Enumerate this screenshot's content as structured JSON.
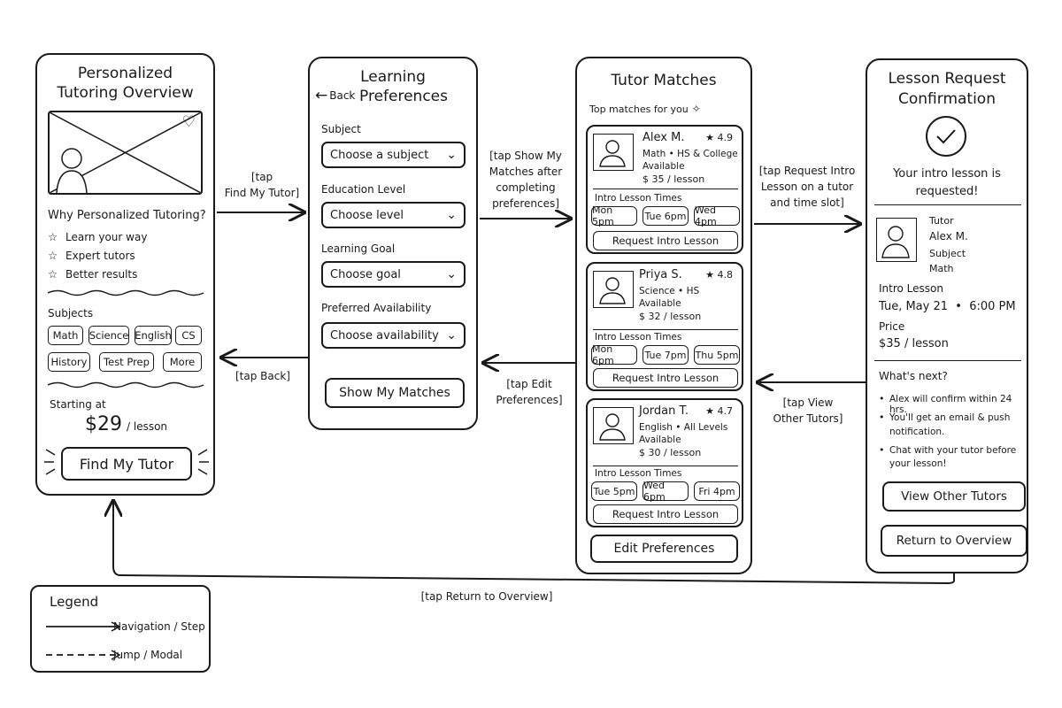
{
  "screen1": {
    "title_line1": "Personalized",
    "title_line2": "Tutoring Overview",
    "heart_icon": "heart-icon",
    "why_heading": "Why Personalized Tutoring?",
    "benefits": [
      "Learn your way",
      "Expert tutors",
      "Better results"
    ],
    "subjects_label": "Subjects",
    "subjects": [
      "Math",
      "Science",
      "English",
      "CS",
      "History",
      "Test Prep",
      "More"
    ],
    "starting_label": "Starting at",
    "price": "$29",
    "price_unit": "/ lesson",
    "cta": "Find My Tutor"
  },
  "screen2": {
    "back": "Back",
    "title_line1": "Learning",
    "title_line2": "Preferences",
    "fields": [
      {
        "label": "Subject",
        "value": "Choose a subject"
      },
      {
        "label": "Education Level",
        "value": "Choose level"
      },
      {
        "label": "Learning Goal",
        "value": "Choose goal"
      },
      {
        "label": "Preferred Availability",
        "value": "Choose availability"
      }
    ],
    "cta": "Show My Matches"
  },
  "screen3": {
    "title": "Tutor Matches",
    "subtitle": "Top matches for you",
    "times_label": "Intro Lesson Times",
    "request_label": "Request Intro Lesson",
    "tutors": [
      {
        "name": "Alex M.",
        "rating": "★ 4.9",
        "subject": "Math • HS & College",
        "availability": "Available",
        "price": "$ 35 / lesson",
        "times": [
          "Mon 5pm",
          "Tue 6pm",
          "Wed 4pm"
        ]
      },
      {
        "name": "Priya S.",
        "rating": "★ 4.8",
        "subject": "Science • HS",
        "availability": "Available",
        "price": "$ 32 / lesson",
        "times": [
          "Mon 6pm",
          "Tue 7pm",
          "Thu 5pm"
        ]
      },
      {
        "name": "Jordan T.",
        "rating": "★ 4.7",
        "subject": "English • All Levels",
        "availability": "Available",
        "price": "$ 30 / lesson",
        "times": [
          "Tue 5pm",
          "Wed 6pm",
          "Fri 4pm"
        ]
      }
    ],
    "cta": "Edit Preferences"
  },
  "screen4": {
    "title_line1": "Lesson Request",
    "title_line2": "Confirmation",
    "msg_line1": "Your intro lesson is",
    "msg_line2": "requested!",
    "tutor_label": "Tutor",
    "tutor_name": "Alex M.",
    "subject_label": "Subject",
    "subject": "Math",
    "intro_label": "Intro Lesson",
    "intro_datetime": "Tue, May 21  •  6:00 PM",
    "price_label": "Price",
    "price": "$35 / lesson",
    "next_heading": "What's next?",
    "next_items": [
      [
        "Alex will confirm within 24 hrs."
      ],
      [
        "You'll get an email & push",
        "notification."
      ],
      [
        "Chat with your tutor before",
        "your lesson!"
      ]
    ],
    "btn_other": "View Other Tutors",
    "btn_return": "Return to Overview"
  },
  "annotations": {
    "a1": [
      "[tap",
      "Find My Tutor]"
    ],
    "a2": [
      "[tap Back]"
    ],
    "a3": [
      "[tap Show My",
      "Matches after",
      "completing",
      "preferences]"
    ],
    "a4": [
      "[tap Edit",
      "Preferences]"
    ],
    "a5": [
      "[tap Request Intro",
      "Lesson on a tutor",
      "and time slot]"
    ],
    "a6": [
      "[tap View",
      "Other Tutors]"
    ],
    "a7": [
      "[tap Return to Overview]"
    ]
  },
  "legend": {
    "title": "Legend",
    "solid": "Navigation / Step",
    "dashed": "Jump / Modal"
  }
}
